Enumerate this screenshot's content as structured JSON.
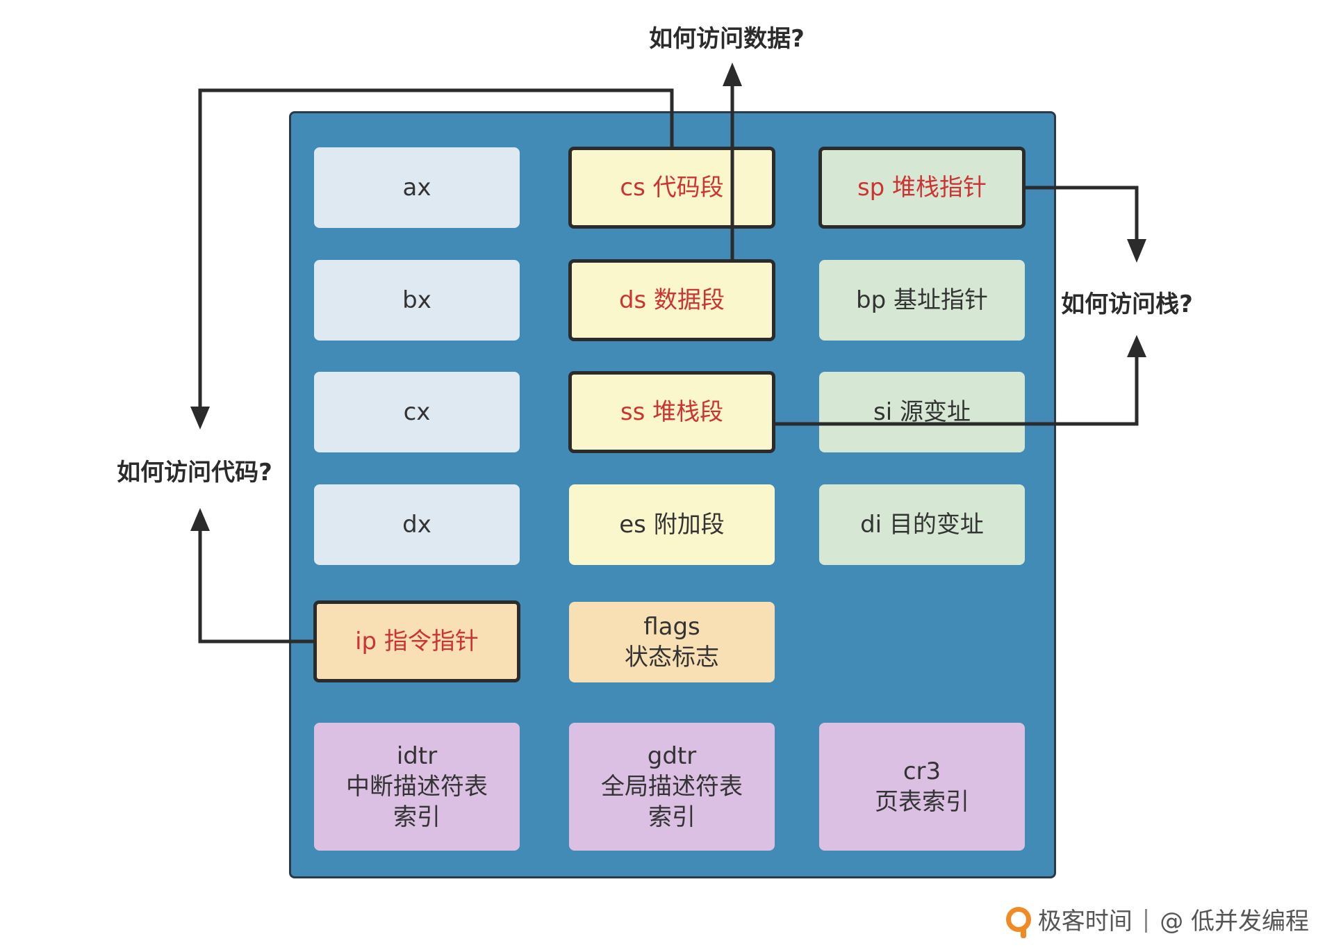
{
  "colors": {
    "panel": "#418bb6",
    "general": "#dfe9f1",
    "segment": "#fbf7cc",
    "pointer": "#d6e8d4",
    "flags": "#f8e0b4",
    "system": "#dcc0e4",
    "highlight_text": "#cc3333",
    "arrow": "#2b2b2b"
  },
  "registers": {
    "ax": "ax",
    "bx": "bx",
    "cx": "cx",
    "dx": "dx",
    "cs": "cs 代码段",
    "ds": "ds 数据段",
    "ss": "ss 堆栈段",
    "es": "es 附加段",
    "sp": "sp 堆栈指针",
    "bp": "bp 基址指针",
    "si": "si 源变址",
    "di": "di 目的变址",
    "ip": "ip 指令指针",
    "flags": "flags\n状态标志",
    "idtr": "idtr\n中断描述符表\n索引",
    "gdtr": "gdtr\n全局描述符表\n索引",
    "cr3": "cr3\n页表索引"
  },
  "labels": {
    "data": "如何访问数据?",
    "stack": "如何访问栈?",
    "code": "如何访问代码?"
  },
  "footer": {
    "brand": "极客时间",
    "author": "@ 低并发编程"
  }
}
